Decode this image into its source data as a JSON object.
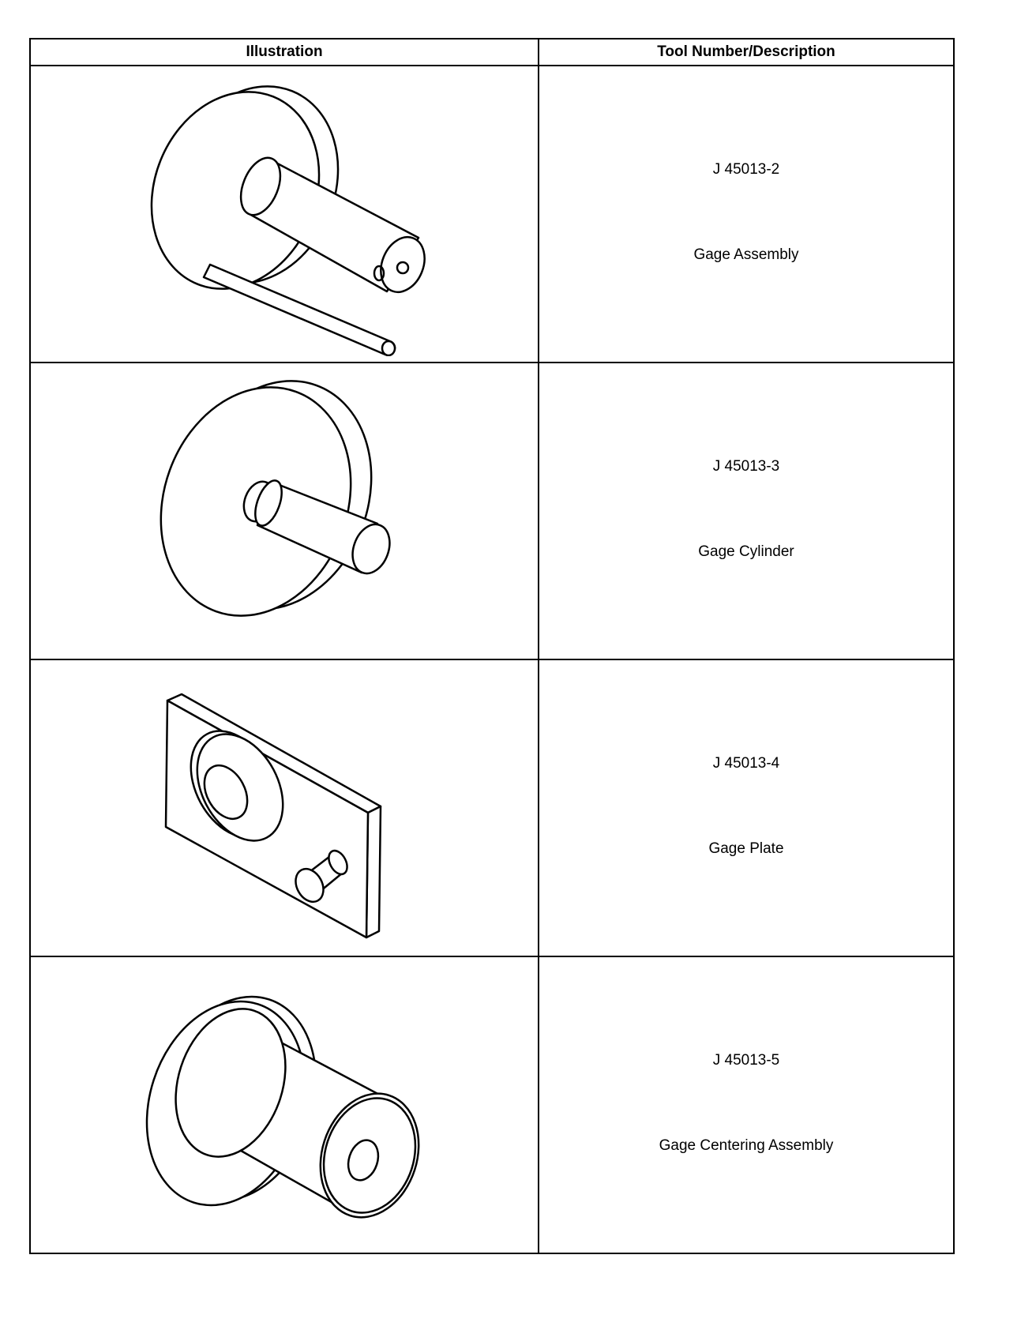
{
  "table": {
    "headers": {
      "illustration": "Illustration",
      "tool": "Tool Number/Description"
    },
    "rows": [
      {
        "number": "J 45013-2",
        "description": "Gage Assembly",
        "illustration_icon": "gage-assembly-icon"
      },
      {
        "number": "J 45013-3",
        "description": "Gage Cylinder",
        "illustration_icon": "gage-cylinder-icon"
      },
      {
        "number": "J 45013-4",
        "description": "Gage Plate",
        "illustration_icon": "gage-plate-icon"
      },
      {
        "number": "J 45013-5",
        "description": "Gage Centering Assembly",
        "illustration_icon": "gage-centering-assembly-icon"
      }
    ]
  }
}
